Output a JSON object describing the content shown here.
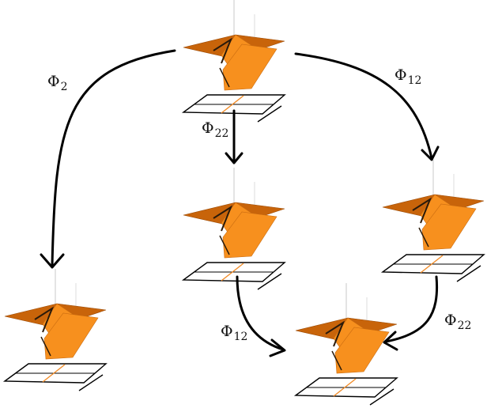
{
  "colors": {
    "surface_light": "#F7901E",
    "surface_dark": "#C8640A",
    "surface_edge": "#2A1A0A",
    "base_line": "#F28C28",
    "axis": "#BFBFBF",
    "arrow": "#000000"
  },
  "labels": [
    {
      "id": "phi-2",
      "symbol": "Φ",
      "sub": "2"
    },
    {
      "id": "phi-22-top",
      "symbol": "Φ",
      "sub": "22"
    },
    {
      "id": "phi-12-top",
      "symbol": "Φ",
      "sub": "12"
    },
    {
      "id": "phi-12-bottom",
      "symbol": "Φ",
      "sub": "12"
    },
    {
      "id": "phi-22-bottom",
      "symbol": "Φ",
      "sub": "22"
    }
  ],
  "surfaces": [
    {
      "id": "top"
    },
    {
      "id": "mid-center"
    },
    {
      "id": "mid-right"
    },
    {
      "id": "bottom-left"
    },
    {
      "id": "bottom-center"
    }
  ]
}
